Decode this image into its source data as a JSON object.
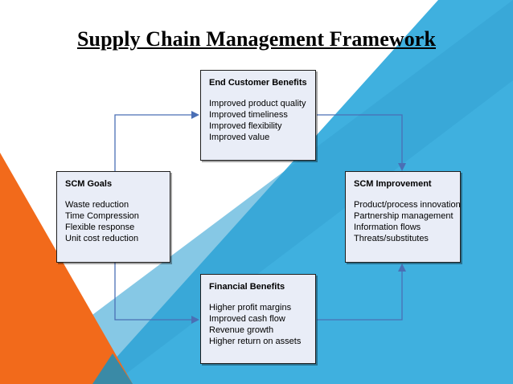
{
  "title": "Supply Chain Management Framework",
  "colors": {
    "blue_light": "#3fb0df",
    "blue_dark": "#2f8fbf",
    "orange": "#f26a1b",
    "teal_overlap": "#3a8aa6",
    "box_fill": "#e9edf7",
    "arrow": "#4a6fb5"
  },
  "boxes": {
    "end_customer": {
      "heading": "End Customer Benefits",
      "items": [
        "Improved product quality",
        "Improved timeliness",
        "Improved flexibility",
        "Improved value"
      ]
    },
    "scm_goals": {
      "heading": "SCM Goals",
      "items": [
        "Waste reduction",
        "Time Compression",
        "Flexible response",
        "Unit cost reduction"
      ]
    },
    "scm_improvement": {
      "heading": "SCM Improvement",
      "items": [
        "Product/process innovation",
        "Partnership management",
        "Information flows",
        "Threats/substitutes"
      ]
    },
    "financial": {
      "heading": "Financial Benefits",
      "items": [
        "Higher profit margins",
        "Improved cash flow",
        "Revenue growth",
        "Higher return on assets"
      ]
    }
  }
}
